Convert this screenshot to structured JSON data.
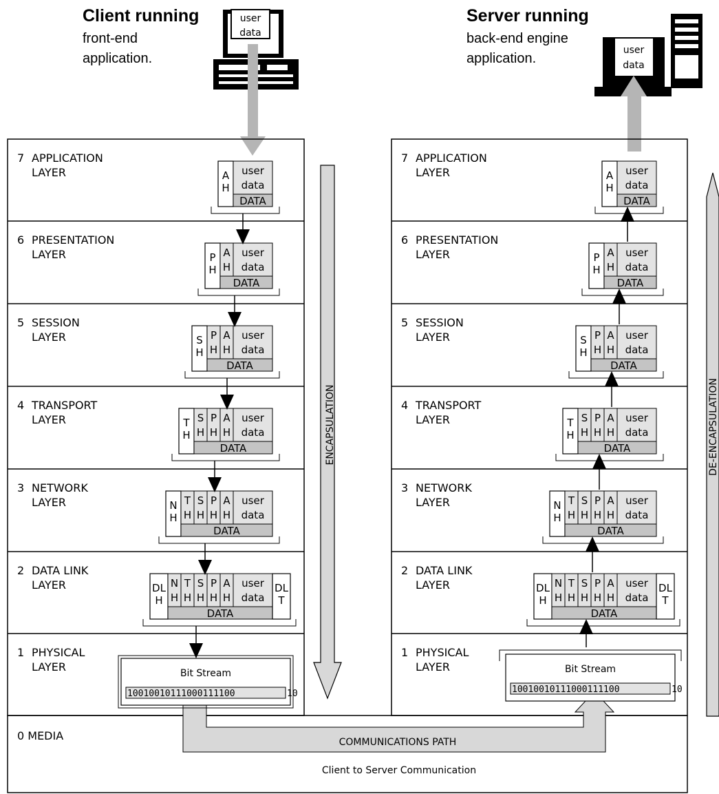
{
  "client": {
    "title": "Client running",
    "sub1": "front-end",
    "sub2": "application."
  },
  "server": {
    "title": "Server running",
    "sub1": "back-end engine",
    "sub2": "application."
  },
  "monitor_text": [
    "user",
    "data"
  ],
  "layers": [
    {
      "num": "7",
      "name": "APPLICATION",
      "word": "LAYER"
    },
    {
      "num": "6",
      "name": "PRESENTATION",
      "word": "LAYER"
    },
    {
      "num": "5",
      "name": "SESSION",
      "word": "LAYER"
    },
    {
      "num": "4",
      "name": "TRANSPORT",
      "word": "LAYER"
    },
    {
      "num": "3",
      "name": "NETWORK",
      "word": "LAYER"
    },
    {
      "num": "2",
      "name": "DATA LINK",
      "word": "LAYER"
    },
    {
      "num": "1",
      "name": "PHYSICAL",
      "word": "LAYER"
    }
  ],
  "media": "0  MEDIA",
  "encapsulation": "ENCAPSULATION",
  "de_encapsulation": "DE-ENCAPSULATION",
  "comm_path": "COMMUNICATIONS PATH",
  "footer": "Client to Server Communication",
  "bit_stream_label": "Bit Stream",
  "bits": "10010010111000111100",
  "bits_tail": "10",
  "user_data": [
    "user",
    "data"
  ],
  "data_label": "DATA",
  "headers": {
    "A": [
      "A",
      "H"
    ],
    "P": [
      "P",
      "H"
    ],
    "S": [
      "S",
      "H"
    ],
    "T": [
      "T",
      "H"
    ],
    "N": [
      "N",
      "H"
    ],
    "DL": [
      "DL",
      "H"
    ],
    "DLT": [
      "DL",
      "T"
    ]
  }
}
